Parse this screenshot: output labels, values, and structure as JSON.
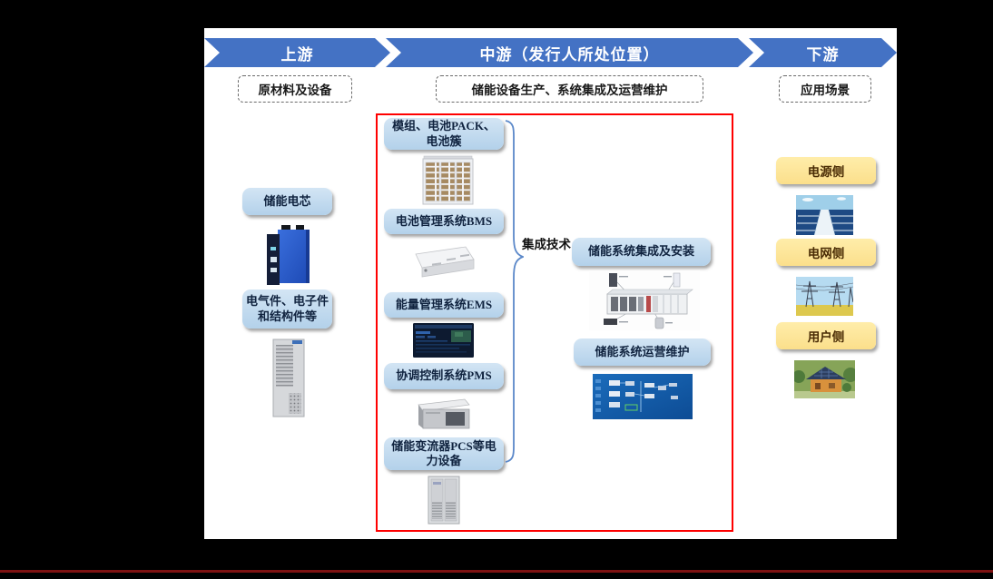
{
  "banner": {
    "stages": [
      {
        "label": "上游",
        "sub": "原材料及设备"
      },
      {
        "label": "中游（发行人所处位置）",
        "sub": "储能设备生产、系统集成及运营维护"
      },
      {
        "label": "下游",
        "sub": "应用场景"
      }
    ]
  },
  "upstream": {
    "items": [
      {
        "label": "储能电芯",
        "image": "battery-cell-photo"
      },
      {
        "label": "电气件、电子件和结构件等",
        "image": "electronic-components-cabinet-photo"
      }
    ]
  },
  "midstream": {
    "equipment": [
      {
        "label": "模组、电池PACK、电池簇",
        "image": "battery-rack-photo"
      },
      {
        "label": "电池管理系统BMS",
        "image": "bms-device-photo"
      },
      {
        "label": "能量管理系统EMS",
        "image": "ems-dashboard-photo"
      },
      {
        "label": "协调控制系统PMS",
        "image": "pms-device-photo"
      },
      {
        "label": "储能变流器PCS等电力设备",
        "image": "pcs-cabinet-photo"
      }
    ],
    "brace_label": "集成技术",
    "services": [
      {
        "label": "储能系统集成及安装",
        "image": "container-system-diagram"
      },
      {
        "label": "储能系统运营维护",
        "image": "operation-monitoring-screen"
      }
    ]
  },
  "downstream": {
    "items": [
      {
        "label": "电源侧",
        "image": "solar-farm-photo"
      },
      {
        "label": "电网侧",
        "image": "power-grid-photo"
      },
      {
        "label": "用户侧",
        "image": "residential-solar-photo"
      }
    ]
  },
  "colors": {
    "arrow_blue": "#4472c4",
    "box_blue": "#bdd7ee",
    "box_yellow": "#ffe699",
    "frame_red": "#ff0000",
    "brace_blue": "#5b88c9",
    "bottom_rule": "#7d1111",
    "background": "#000000",
    "canvas": "#ffffff"
  }
}
